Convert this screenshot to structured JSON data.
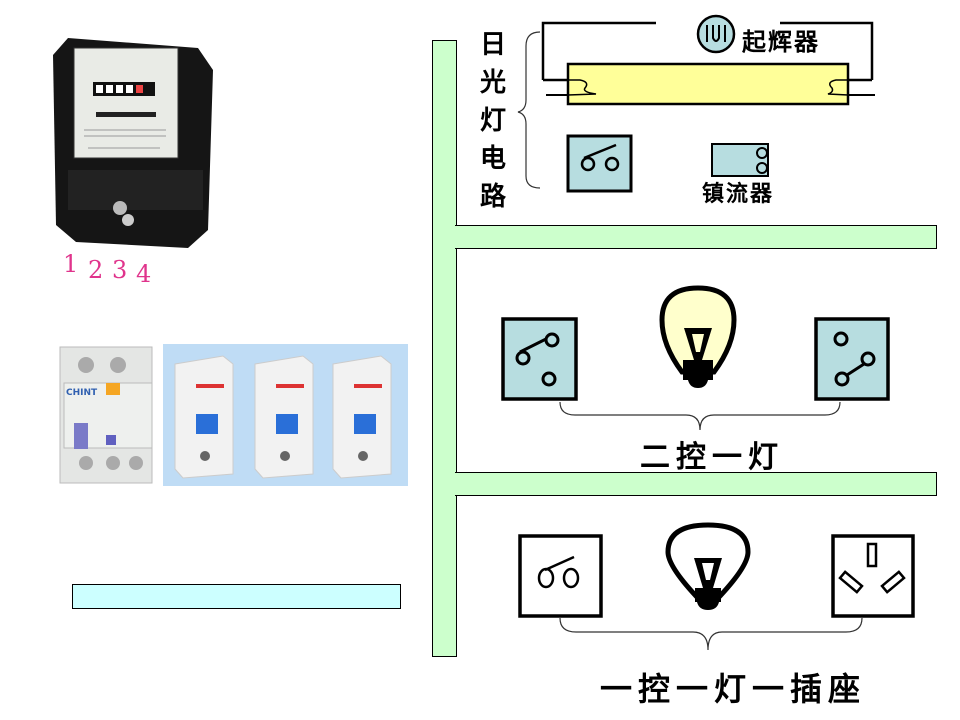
{
  "meter": {
    "terminal_labels": [
      "1",
      "2",
      "3",
      "4"
    ],
    "terminal_color": "#e0348c"
  },
  "breakers": {
    "main_brand": "CHINT",
    "count_small": 3
  },
  "fluorescent": {
    "title_chars": [
      "日",
      "光",
      "灯",
      "电",
      "路"
    ],
    "starter_label": "起辉器",
    "ballast_label": "镇流器",
    "tube_color": "#ffff99",
    "component_color": "#b7dde0"
  },
  "two_way": {
    "label": "二控一灯",
    "bulb_fill": "#ffffcc"
  },
  "one_switch_socket": {
    "label": "一控一灯一插座"
  },
  "colors": {
    "bus_bar": "#ccffcc",
    "box_bar": "#ccffff"
  }
}
